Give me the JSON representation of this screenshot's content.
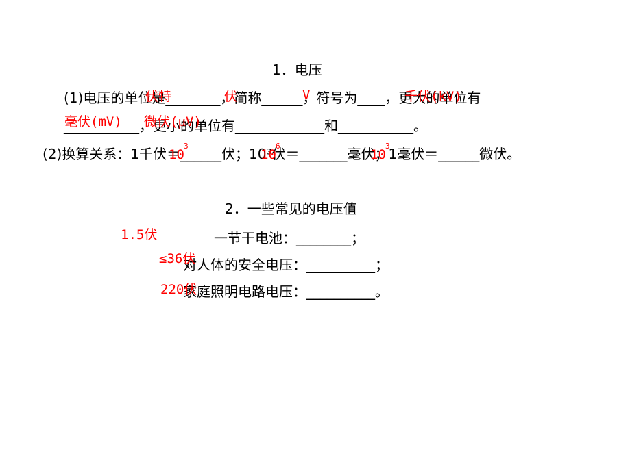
{
  "section1": {
    "title": "1．电压",
    "line1": "(1)电压的单位是________，简称______，符号为____，更大的单位有",
    "line2": "___________，更小的单位有_____________和___________。",
    "line3": "(2)换算关系：1千伏＝______伏；10³伏＝_______毫伏；1毫伏＝______微伏。"
  },
  "section2": {
    "title": "2．一些常见的电压值",
    "line1": "一节干电池：________；",
    "line2": "对人体的安全电压：__________；",
    "line3": "家庭照明电路电压：__________。"
  },
  "answers": {
    "unit": "伏特",
    "abbr": "伏",
    "symbol": "V",
    "bigger": "千伏(kV)",
    "smaller1": "毫伏(mV)",
    "smaller2": "微伏(μV)",
    "conv1_base": "10",
    "conv1_exp": "3",
    "conv2_base": "10",
    "conv2_exp": "6",
    "conv3_base": "10",
    "conv3_exp": "3",
    "battery": "1.5伏",
    "safe": "≤36伏",
    "home": "220伏"
  },
  "colors": {
    "answer": "#ff0000",
    "text": "#000000"
  }
}
